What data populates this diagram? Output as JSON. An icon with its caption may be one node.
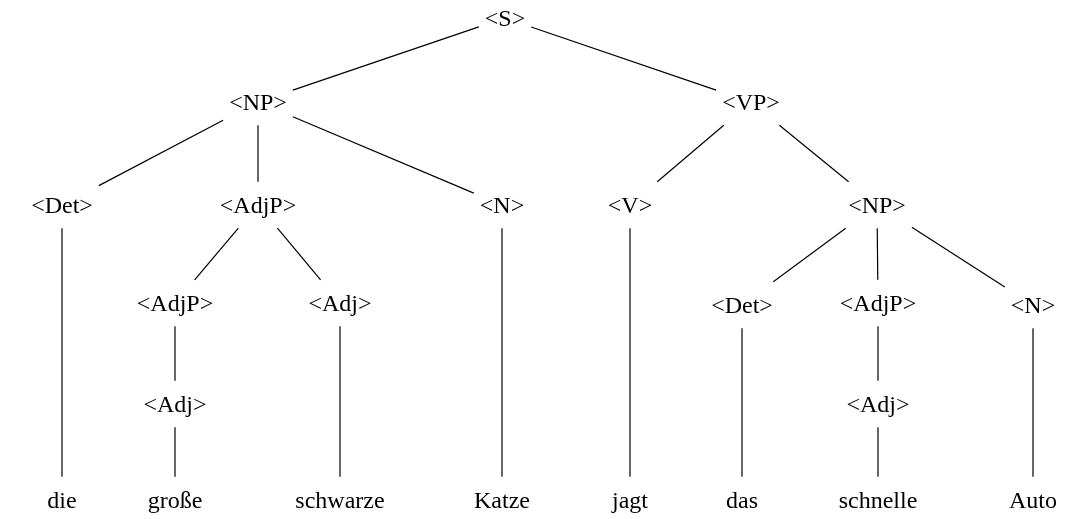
{
  "diagram": {
    "nodes": [
      {
        "text": [
          "<S>"
        ]
      },
      {
        "text": [
          "<NP>"
        ]
      },
      {
        "text": [
          "<VP>"
        ]
      },
      {
        "text": [
          "<Det>"
        ]
      },
      {
        "text": [
          "<AdjP>"
        ]
      },
      {
        "text": [
          "<N>"
        ]
      },
      {
        "text": [
          "<V>"
        ]
      },
      {
        "text": [
          "<NP>"
        ]
      },
      {
        "text": [
          "<AdjP>"
        ]
      },
      {
        "text": [
          "<Adj>"
        ]
      },
      {
        "text": [
          "<Det>"
        ]
      },
      {
        "text": [
          "<AdjP>"
        ]
      },
      {
        "text": [
          "<N>"
        ]
      },
      {
        "text": [
          "<Adj>"
        ]
      },
      {
        "text": [
          "<Adj>"
        ]
      },
      {
        "text": [
          "die"
        ]
      },
      {
        "text": [
          "große"
        ]
      },
      {
        "text": [
          "schwarze"
        ]
      },
      {
        "text": [
          "Katze"
        ]
      },
      {
        "text": [
          "jagt"
        ]
      },
      {
        "text": [
          "das"
        ]
      },
      {
        "text": [
          "schnelle"
        ]
      },
      {
        "text": [
          "Auto"
        ]
      }
    ],
    "edges": [
      {
        "from": 0,
        "to": 1,
        "arrow": "none"
      },
      {
        "from": 0,
        "to": 2,
        "arrow": "none"
      },
      {
        "from": 1,
        "to": 3,
        "arrow": "none"
      },
      {
        "from": 1,
        "to": 4,
        "arrow": "none"
      },
      {
        "from": 1,
        "to": 5,
        "arrow": "none"
      },
      {
        "from": 2,
        "to": 6,
        "arrow": "none"
      },
      {
        "from": 2,
        "to": 7,
        "arrow": "none"
      },
      {
        "from": 4,
        "to": 8,
        "arrow": "none"
      },
      {
        "from": 4,
        "to": 9,
        "arrow": "none"
      },
      {
        "from": 7,
        "to": 10,
        "arrow": "none"
      },
      {
        "from": 7,
        "to": 11,
        "arrow": "none"
      },
      {
        "from": 7,
        "to": 12,
        "arrow": "none"
      },
      {
        "from": 8,
        "to": 13,
        "arrow": "none"
      },
      {
        "from": 11,
        "to": 14,
        "arrow": "none"
      },
      {
        "from": 3,
        "to": 15,
        "arrow": "none"
      },
      {
        "from": 13,
        "to": 16,
        "arrow": "none"
      },
      {
        "from": 9,
        "to": 17,
        "arrow": "none"
      },
      {
        "from": 5,
        "to": 18,
        "arrow": "none"
      },
      {
        "from": 6,
        "to": 19,
        "arrow": "none"
      },
      {
        "from": 10,
        "to": 20,
        "arrow": "none"
      },
      {
        "from": 14,
        "to": 21,
        "arrow": "none"
      },
      {
        "from": 12,
        "to": 22,
        "arrow": "none"
      }
    ]
  }
}
